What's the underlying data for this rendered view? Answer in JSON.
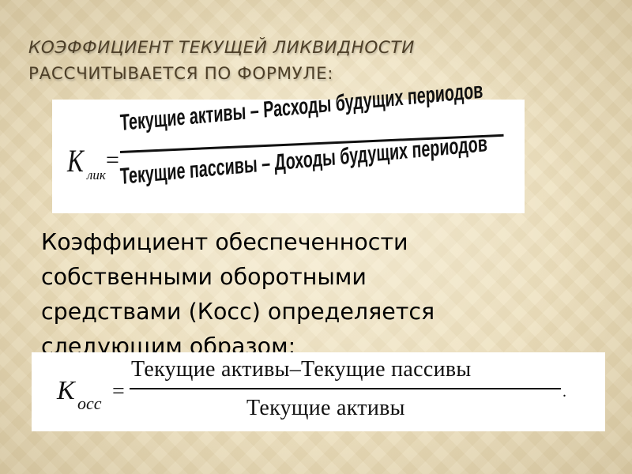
{
  "title": {
    "line1": "КОЭФФИЦИЕНТ ТЕКУЩЕЙ ЛИКВИДНОСТИ",
    "line2": "РАССЧИТЫВАЕТСЯ ПО ФОРМУЛЕ:"
  },
  "formula1": {
    "variable": "K",
    "subscript": "лик",
    "equals": "=",
    "numerator": "Текущие активы – Расходы будущих периодов",
    "denominator": "Текущие пассивы – Доходы будущих периодов"
  },
  "body_text": "Коэффициент обеспеченности\nсобственными оборотными\nсредствами (Косс) определяется\nследующим образом:",
  "formula2": {
    "variable": "K",
    "subscript": "осс",
    "equals": "=",
    "numerator": "Текущие активы–Текущие пассивы",
    "denominator": "Текущие активы",
    "trailing_mark": "."
  },
  "colors": {
    "background": "#eee2c2",
    "title_text": "#4d3f28",
    "body_text": "#000000",
    "formula_box": "#ffffff"
  }
}
